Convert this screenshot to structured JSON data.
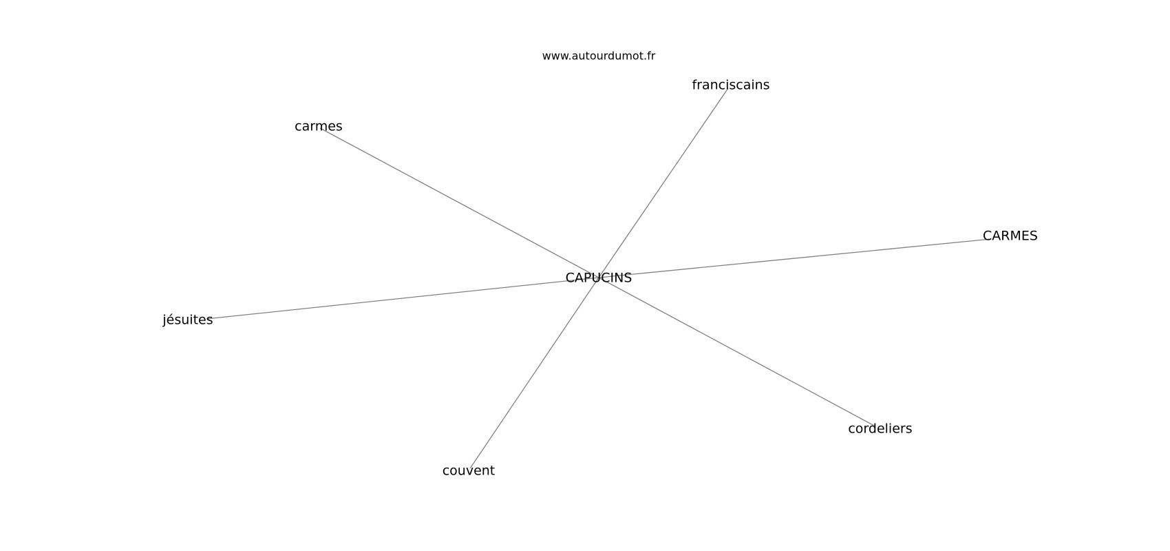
{
  "site": {
    "text": "www.autourdumot.fr"
  },
  "graph": {
    "center": {
      "id": "capucins",
      "label": "CAPUCINS"
    },
    "neighbors": [
      {
        "id": "franciscains",
        "label": "franciscains"
      },
      {
        "id": "carmes",
        "label": "carmes"
      },
      {
        "id": "carmes-upper",
        "label": "CARMES"
      },
      {
        "id": "jesuites",
        "label": "jésuites"
      },
      {
        "id": "cordeliers",
        "label": "cordeliers"
      },
      {
        "id": "couvent",
        "label": "couvent"
      }
    ],
    "edges": [
      {
        "from": "capucins",
        "to": "franciscains"
      },
      {
        "from": "capucins",
        "to": "carmes"
      },
      {
        "from": "capucins",
        "to": "carmes-upper"
      },
      {
        "from": "capucins",
        "to": "jesuites"
      },
      {
        "from": "capucins",
        "to": "cordeliers"
      },
      {
        "from": "capucins",
        "to": "couvent"
      }
    ]
  },
  "colors": {
    "edge": "#808080",
    "text": "#000000",
    "background": "#ffffff"
  }
}
